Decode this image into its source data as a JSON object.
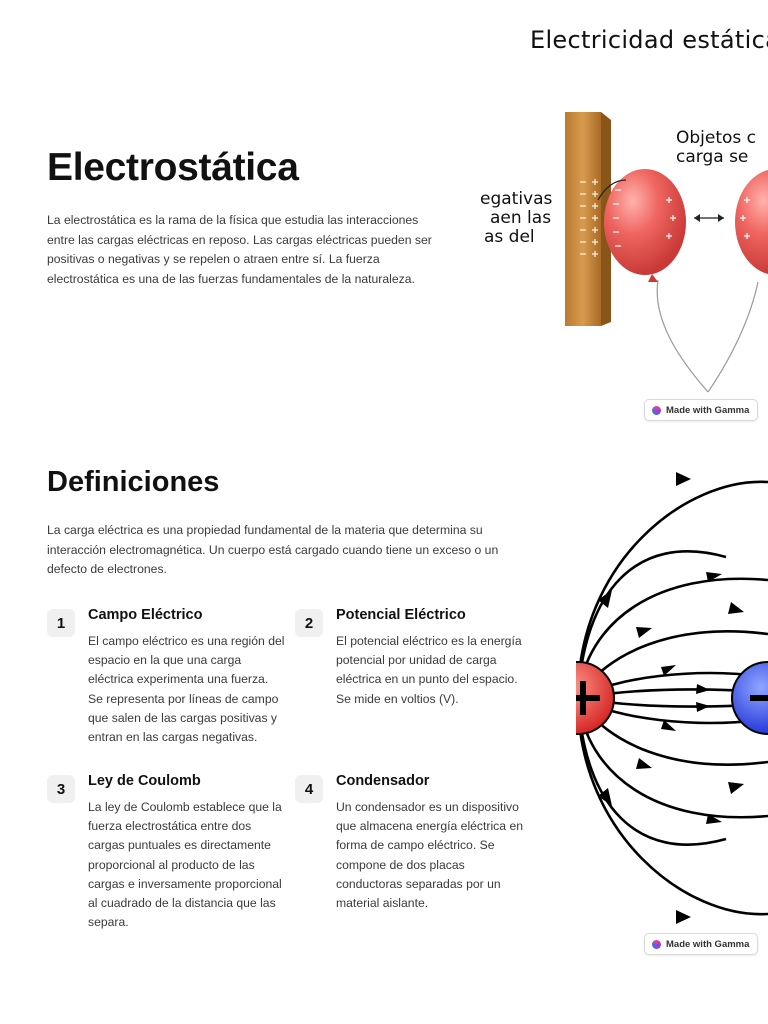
{
  "header": {
    "title": "Electricidad estática"
  },
  "intro": {
    "title": "Electrostática",
    "body": "La electrostática es la rama de la física que estudia las interacciones entre las cargas eléctricas en reposo. Las cargas eléctricas pueden ser positivas o negativas y se repelen o atraen entre sí. La fuerza electrostática es una de las fuerzas fundamentales de la naturaleza."
  },
  "balloon_figure": {
    "left_text": [
      "egativas",
      "aen las",
      "as del"
    ],
    "right_text": [
      "Objetos c",
      "carga se"
    ],
    "balloon_color": "#e8534f",
    "wood_color": "#c8893a"
  },
  "badge": {
    "label": "Made with Gamma"
  },
  "definitions": {
    "title": "Definiciones",
    "body": "La carga eléctrica es una propiedad fundamental de la materia que determina su interacción electromagnética. Un cuerpo está cargado cuando tiene un exceso o un defecto de electrones.",
    "items": [
      {
        "number": "1",
        "title": "Campo Eléctrico",
        "text": "El campo eléctrico es una región del espacio en la que una carga eléctrica experimenta una fuerza. Se representa por líneas de campo que salen de las cargas positivas y entran en las cargas negativas."
      },
      {
        "number": "2",
        "title": "Potencial Eléctrico",
        "text": "El potencial eléctrico es la energía potencial por unidad de carga eléctrica en un punto del espacio. Se mide en voltios (V)."
      },
      {
        "number": "3",
        "title": "Ley de Coulomb",
        "text": "La ley de Coulomb establece que la fuerza electrostática entre dos cargas puntuales es directamente proporcional al producto de las cargas e inversamente proporcional al cuadrado de la distancia que las separa."
      },
      {
        "number": "4",
        "title": "Condensador",
        "text": "Un condensador es un dispositivo que almacena energía eléctrica en forma de campo eléctrico. Se compone de dos placas conductoras separadas por un material aislante."
      }
    ]
  },
  "field_figure": {
    "positive_color": "#e53935",
    "negative_color": "#1e40e6"
  }
}
